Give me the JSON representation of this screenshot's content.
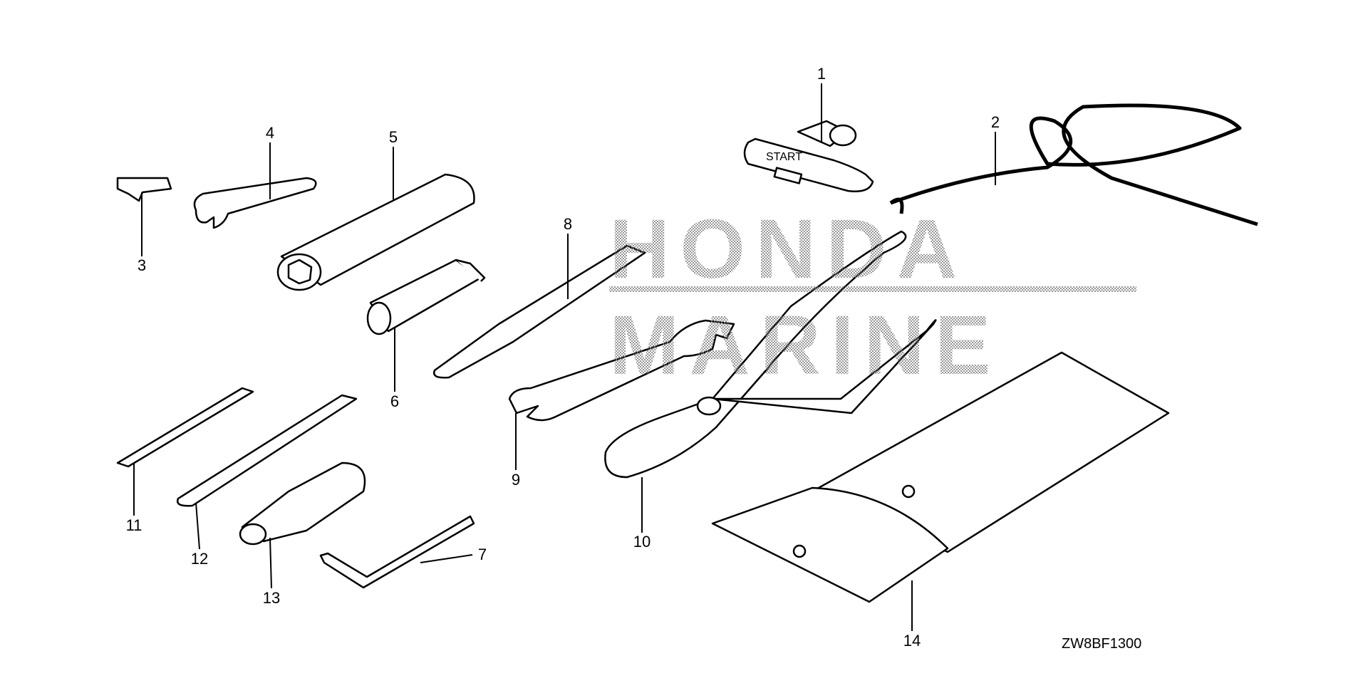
{
  "watermark": {
    "line1": "HONDA",
    "line2": "MARINE"
  },
  "handle_text": "START",
  "callouts": [
    "1",
    "2",
    "3",
    "4",
    "5",
    "6",
    "7",
    "8",
    "9",
    "10",
    "11",
    "12",
    "13",
    "14"
  ],
  "diagram_code": "ZW8BF1300"
}
